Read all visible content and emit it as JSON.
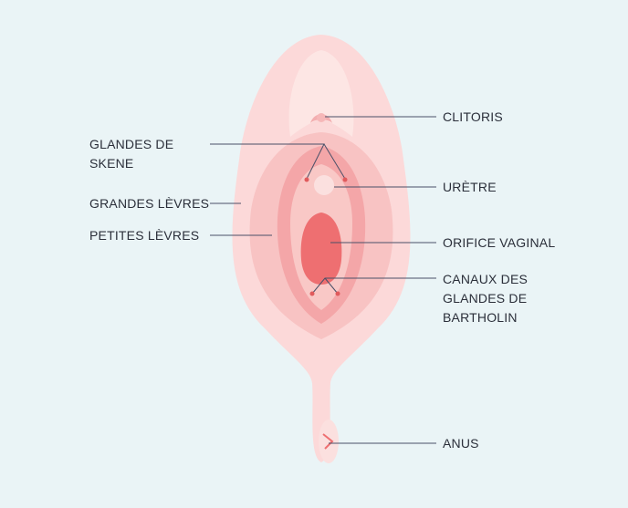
{
  "labels": {
    "clitoris": "CLITORIS",
    "glandes_skene": "GLANDES DE\nSKENE",
    "grandes_levres": "GRANDES LÈVRES",
    "uretre": "URÈTRE",
    "petites_levres": "PETITES LÈVRES",
    "orifice_vaginal": "ORIFICE VAGINAL",
    "canaux_bartholin": "CANAUX DES\nGLANDES DE\nBARTHOLIN",
    "anus": "ANUS"
  },
  "colors": {
    "background": "#eaf4f6",
    "outer": "#fcd9d9",
    "labia_majora": "#f8c3c3",
    "labia_minora": "#f4a6a8",
    "vestibule": "#f9c8c6",
    "opening": "#ee6f71",
    "leader": "#4a5068",
    "gland_dot": "#e05a5c"
  }
}
